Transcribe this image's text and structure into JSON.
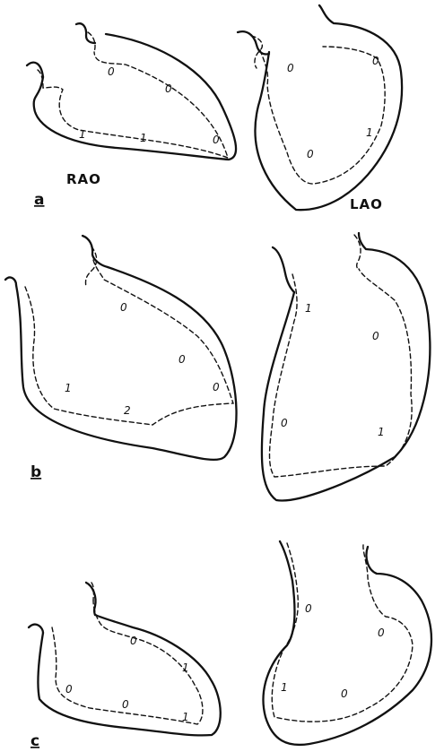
{
  "labels": {
    "rao": "RAO",
    "lao": "LAO",
    "panel_a": "a",
    "panel_b": "b",
    "panel_c": "c"
  },
  "scores": {
    "a_rao": [
      "0",
      "0",
      "1",
      "1",
      "0"
    ],
    "a_lao": [
      "0",
      "0",
      "0",
      "1"
    ],
    "b_rao": [
      "0",
      "0",
      "0",
      "1",
      "2"
    ],
    "b_lao": [
      "1",
      "0",
      "0",
      "1"
    ],
    "c_rao": [
      "0",
      "1",
      "0",
      "0",
      "1"
    ],
    "c_lao": [
      "0",
      "0",
      "1",
      "0"
    ]
  },
  "colors": {
    "ink": "#111111",
    "background": "#ffffff"
  }
}
